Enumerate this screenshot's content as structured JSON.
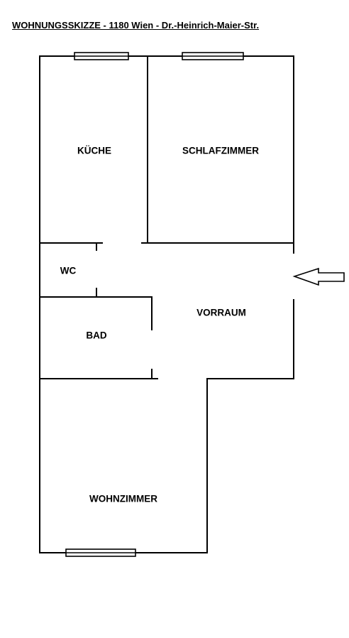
{
  "header": {
    "title": "WOHNUNGSSKIZZE - 1180 Wien - Dr.-Heinrich-Maier-Str."
  },
  "rooms": {
    "kueche": "KÜCHE",
    "schlafzimmer": "SCHLAFZIMMER",
    "wc": "WC",
    "vorraum": "VORRAUM",
    "bad": "BAD",
    "wohnzimmer": "WOHNZIMMER"
  },
  "colors": {
    "line": "#000000",
    "background": "#ffffff"
  },
  "icons": {
    "entrance": "entrance-arrow-icon"
  }
}
